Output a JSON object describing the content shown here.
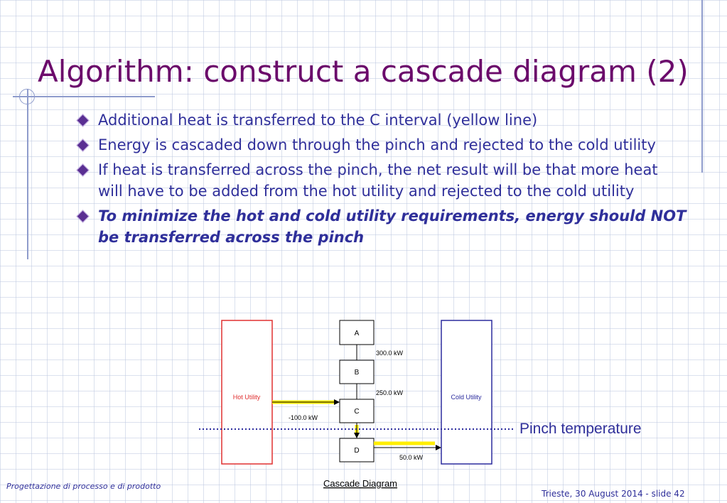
{
  "title": "Algorithm: construct a cascade diagram (2)",
  "bullets": [
    {
      "text": "Additional heat is transferred  to the C interval (yellow line)",
      "emphasis": false
    },
    {
      "text": "Energy is cascaded down through the pinch and rejected to the cold utility",
      "emphasis": false
    },
    {
      "text": "If heat is transferred across the pinch, the net result will be that more heat will have to be added from the hot utility and rejected to the cold utility",
      "emphasis": false
    },
    {
      "text": "To minimize the hot and cold utility requirements, energy should NOT be transferred across the pinch",
      "emphasis": true
    }
  ],
  "diagram": {
    "hot_utility": "Hot Utility",
    "cold_utility": "Cold Utility",
    "intervals": [
      "A",
      "B",
      "C",
      "D"
    ],
    "flows": {
      "a_to_b": "300.0 kW",
      "b_to_c": "250.0 kW",
      "hot_to_c": "-100.0 kW",
      "d_to_cold": "50.0 kW"
    },
    "pinch_label": "Pinch temperature",
    "caption": "Cascade Diagram"
  },
  "footer": {
    "course": "Progettazione di processo e di prodotto",
    "slide_info": "Trieste,  30 August 2014 - slide 42"
  },
  "colors": {
    "title": "#6b0a6b",
    "text": "#2f2f9a",
    "hot": "#e03030",
    "cold": "#2c2c9e",
    "transfer": "#ffee00",
    "decoration": "#8f9ccc"
  }
}
